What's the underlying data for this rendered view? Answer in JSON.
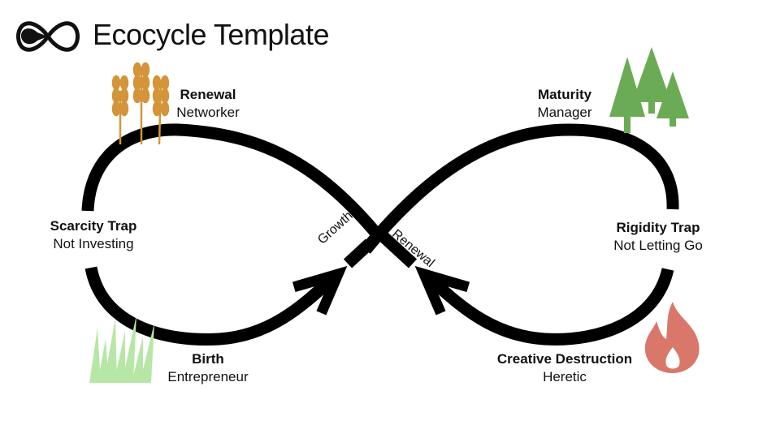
{
  "header": {
    "title": "Ecocycle Template",
    "logo_icon": "infinity-logo-icon"
  },
  "phases": {
    "renewal": {
      "heading": "Renewal",
      "role": "Networker",
      "icon": "wheat-icon",
      "icon_color": "#D4953A"
    },
    "maturity": {
      "heading": "Maturity",
      "role": "Manager",
      "icon": "pine-trees-icon",
      "icon_color": "#6CAB55"
    },
    "scarcity_trap": {
      "heading": "Scarcity Trap",
      "role": "Not Investing"
    },
    "rigidity_trap": {
      "heading": "Rigidity Trap",
      "role": "Not Letting Go"
    },
    "birth": {
      "heading": "Birth",
      "role": "Entrepreneur",
      "icon": "grass-icon",
      "icon_color": "#B7E7A6"
    },
    "creative_destruction": {
      "heading": "Creative Destruction",
      "role": "Heretic",
      "icon": "fire-icon",
      "icon_color": "#D9786A"
    }
  },
  "curve_labels": {
    "growth": "Growth",
    "renewal": "Renewal"
  },
  "colors": {
    "loop": "#000000",
    "background": "#FFFFFF"
  }
}
